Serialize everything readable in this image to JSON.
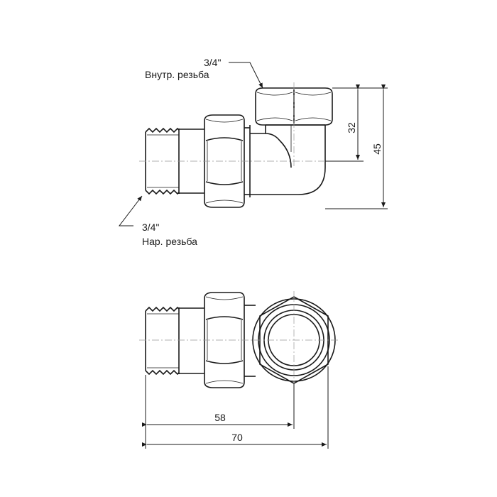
{
  "callouts": {
    "top_size": "3/4\"",
    "top_desc": "Внутр. резьба",
    "mid_size": "3/4\"",
    "mid_desc": "Нар. резьба"
  },
  "dimensions": {
    "height_inner": "32",
    "height_total": "45",
    "length_inner": "58",
    "length_total": "70"
  },
  "colors": {
    "line": "#1a1a1a",
    "centerline": "#999999",
    "background": "#ffffff"
  }
}
